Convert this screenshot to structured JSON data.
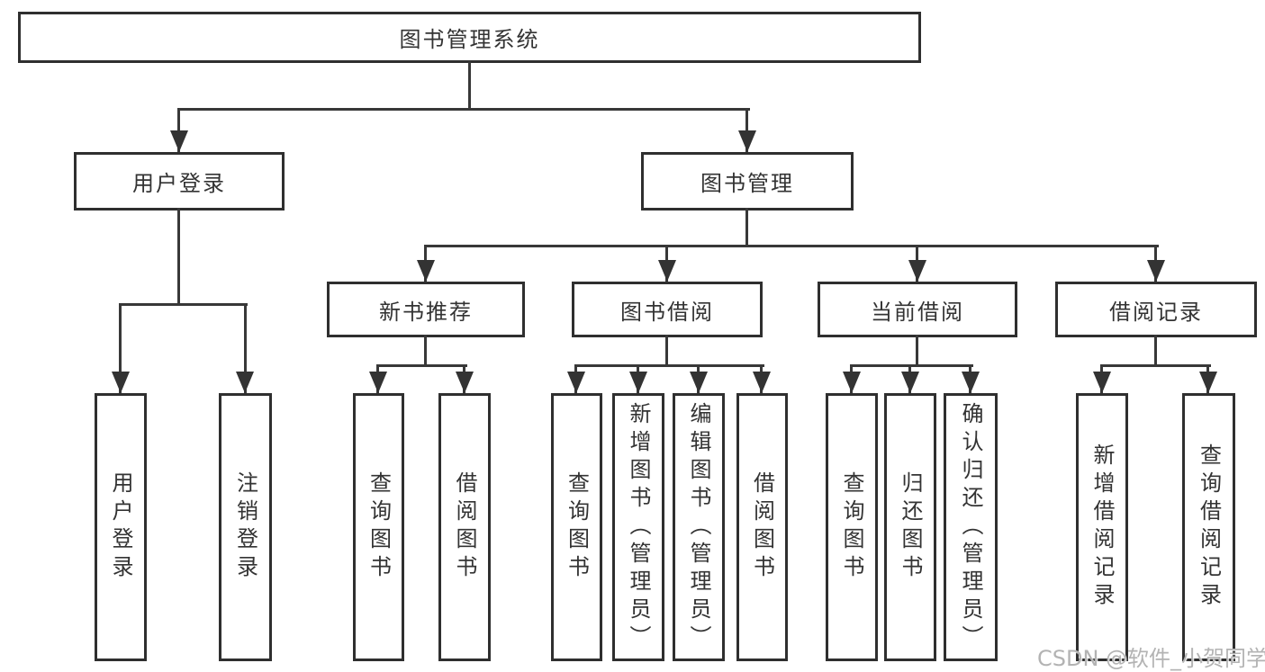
{
  "diagram": {
    "title": "图书管理系统",
    "branches": [
      {
        "label": "用户登录",
        "children": [
          {
            "label": "用户登录"
          },
          {
            "label": "注销登录"
          }
        ]
      },
      {
        "label": "图书管理",
        "children": [
          {
            "label": "新书推荐",
            "children": [
              {
                "label": "查询图书"
              },
              {
                "label": "借阅图书"
              }
            ]
          },
          {
            "label": "图书借阅",
            "children": [
              {
                "label": "查询图书"
              },
              {
                "label": "新增图书（管理员）"
              },
              {
                "label": "编辑图书（管理员）"
              },
              {
                "label": "借阅图书"
              }
            ]
          },
          {
            "label": "当前借阅",
            "children": [
              {
                "label": "查询图书"
              },
              {
                "label": "归还图书"
              },
              {
                "label": "确认归还（管理员）"
              }
            ]
          },
          {
            "label": "借阅记录",
            "children": [
              {
                "label": "新增借阅记录"
              },
              {
                "label": "查询借阅记录"
              }
            ]
          }
        ]
      }
    ]
  },
  "watermark": "CSDN @软件_小贺同学",
  "colors": {
    "line": "#383838",
    "border": "#2f2f2f",
    "text": "#333333",
    "background": "#ffffff",
    "watermark": "#b3b3b3"
  }
}
